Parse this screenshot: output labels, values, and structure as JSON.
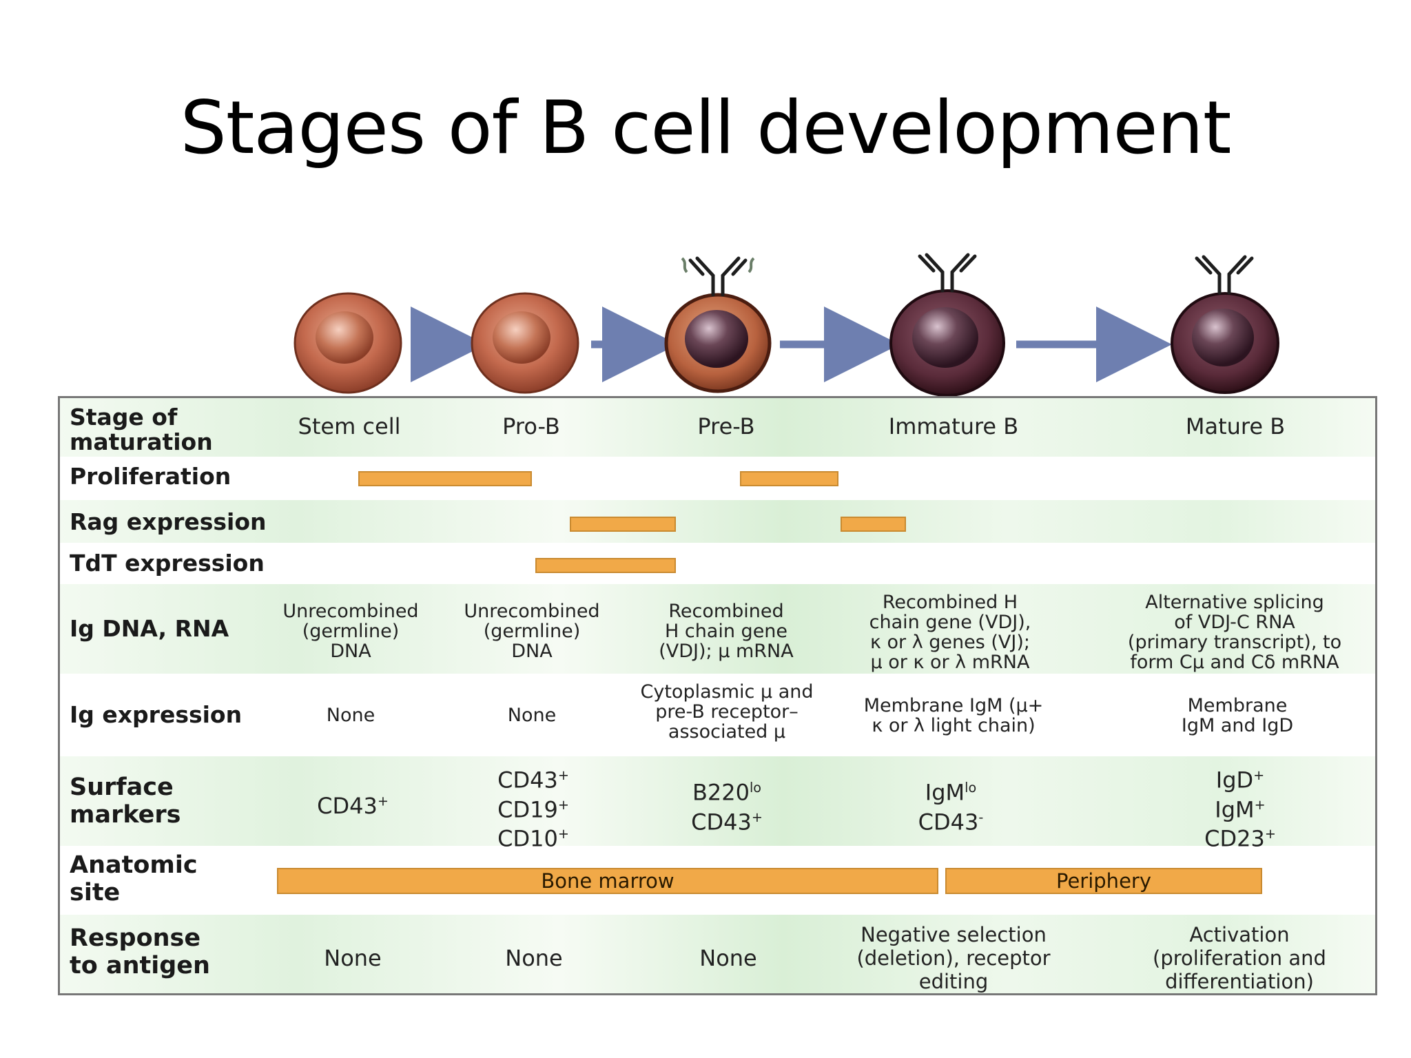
{
  "title": "Stages of B cell development",
  "cell_images": [
    {
      "type": "stem-cell-icon"
    },
    {
      "type": "pro-b-cell-icon"
    },
    {
      "type": "pre-b-cell-icon"
    },
    {
      "type": "immature-b-cell-icon"
    },
    {
      "type": "mature-b-cell-icon"
    }
  ],
  "colors": {
    "bar": "#f1a948",
    "arrow": "#6e7fb0",
    "border": "#777777"
  },
  "table": {
    "stage_label": "Stage of\nmaturation",
    "stages": [
      "Stem cell",
      "Pro-B",
      "Pre-B",
      "Immature B",
      "Mature B"
    ],
    "proliferation_label": "Proliferation",
    "rag_label": "Rag expression",
    "tdt_label": "TdT expression",
    "ig_dna_label": "Ig DNA, RNA",
    "ig_dna": [
      "Unrecombined\n(germline)\nDNA",
      "Unrecombined\n(germline)\nDNA",
      "Recombined\nH chain gene\n(VDJ); μ mRNA",
      "Recombined H\nchain gene (VDJ),\nκ or λ genes (VJ);\nμ or κ or λ mRNA",
      "Alternative splicing\nof VDJ-C RNA\n(primary transcript), to\nform Cμ and Cδ mRNA"
    ],
    "ig_expr_label": "Ig expression",
    "ig_expr": [
      "None",
      "None",
      "Cytoplasmic μ and\npre-B receptor–\nassociated μ",
      "Membrane IgM (μ+\nκ or λ light chain)",
      "Membrane\nIgM and IgD"
    ],
    "surface_label": "Surface\nmarkers",
    "surface": [
      [
        {
          "base": "CD43",
          "sup": "+"
        }
      ],
      [
        {
          "base": "CD43",
          "sup": "+"
        },
        {
          "base": "CD19",
          "sup": "+"
        },
        {
          "base": "CD10",
          "sup": "+"
        }
      ],
      [
        {
          "base": "B220",
          "sup": "lo"
        },
        {
          "base": "CD43",
          "sup": "+"
        }
      ],
      [
        {
          "base": "IgM",
          "sup": "lo"
        },
        {
          "base": "CD43",
          "sup": "-"
        }
      ],
      [
        {
          "base": "IgD",
          "sup": "+"
        },
        {
          "base": "IgM",
          "sup": "+"
        },
        {
          "base": "CD23",
          "sup": "+"
        }
      ]
    ],
    "site_label": "Anatomic\nsite",
    "site_bone_marrow": "Bone marrow",
    "site_periphery": "Periphery",
    "response_label": "Response\nto antigen",
    "response": [
      "None",
      "None",
      "None",
      "Negative selection\n(deletion), receptor\nediting",
      "Activation\n(proliferation and\ndifferentiation)"
    ]
  }
}
